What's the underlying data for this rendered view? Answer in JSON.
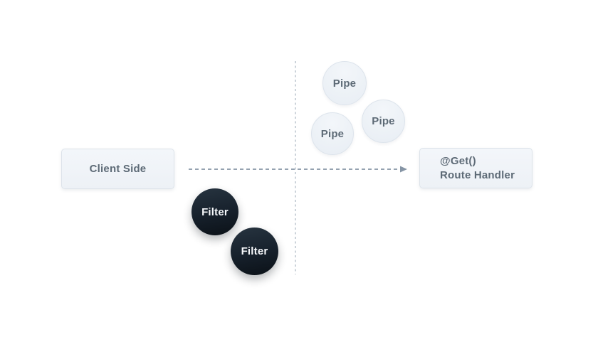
{
  "diagram": {
    "client_node": {
      "label": "Client Side"
    },
    "route_handler_node": {
      "line1": "@Get()",
      "line2": "Route Handler"
    },
    "pipe_nodes": [
      {
        "label": "Pipe"
      },
      {
        "label": "Pipe"
      },
      {
        "label": "Pipe"
      }
    ],
    "filter_nodes": [
      {
        "label": "Filter"
      },
      {
        "label": "Filter"
      }
    ],
    "colors": {
      "background": "#ffffff",
      "node_fill": "#f0f4f8",
      "node_border": "#dde3ea",
      "node_text": "#5d6a76",
      "pipe_fill": "#eef2f7",
      "pipe_border": "#dee5ec",
      "filter_fill_top": "#273440",
      "filter_fill_bottom": "#0b1117",
      "filter_text": "#f5f7fa",
      "arrow": "#8695a5",
      "boundary_line": "#ccd3da"
    }
  }
}
